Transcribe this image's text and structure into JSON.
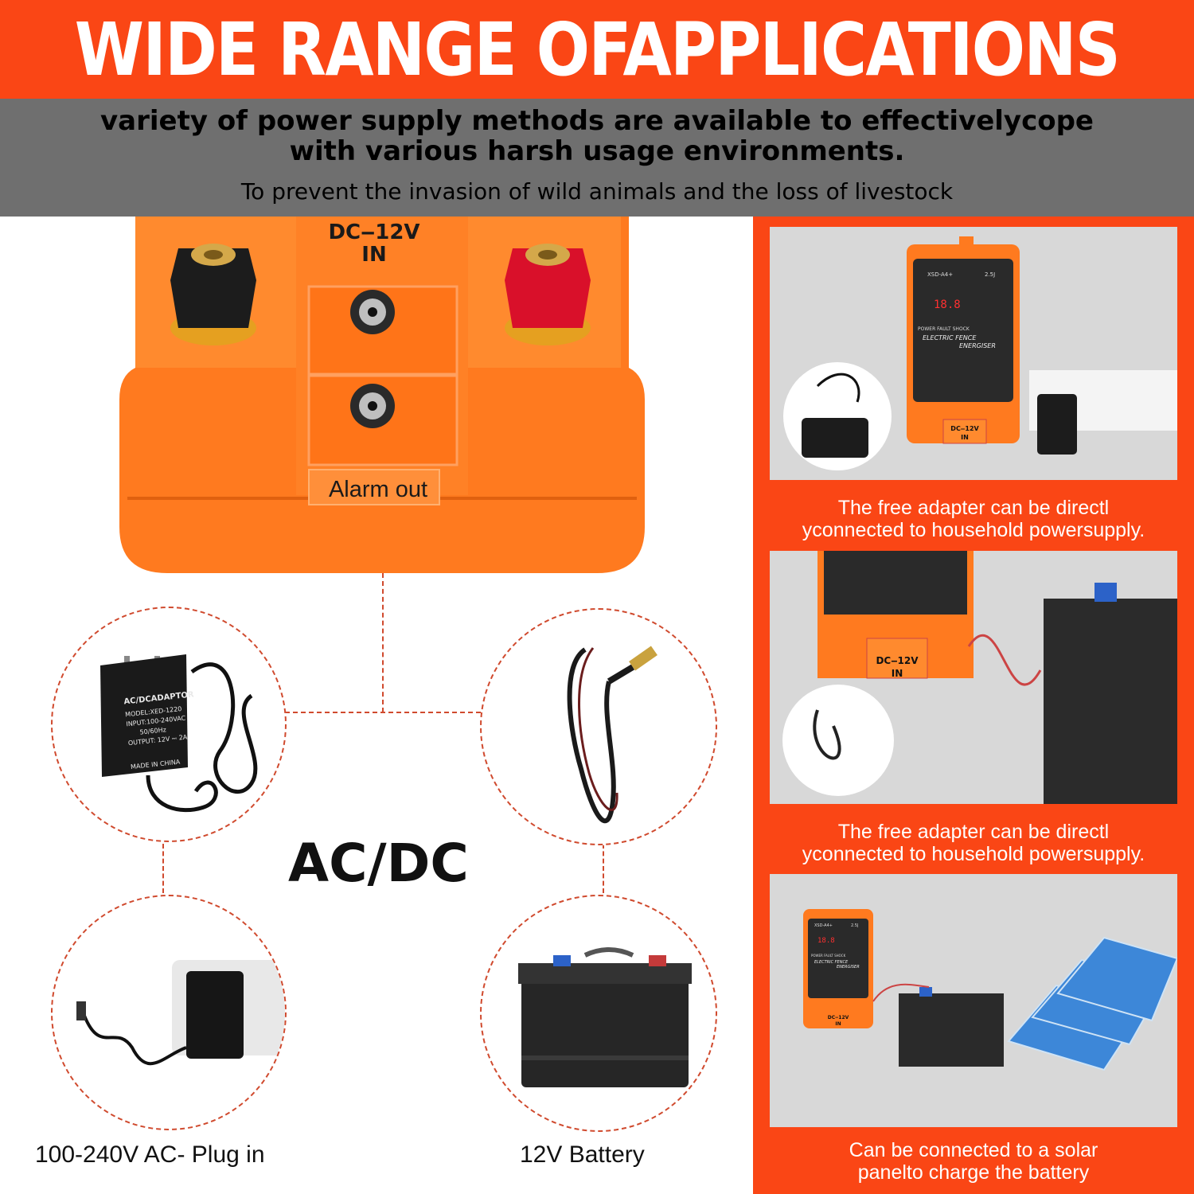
{
  "header": {
    "title": "WIDE RANGE OFAPPLICATIONS",
    "subtitle_line1": "variety of power supply methods are available to effectivelycope",
    "subtitle_line2": "with various harsh usage environments.",
    "subtitle_line3": "To prevent the invasion of wild animals and the loss of livestock"
  },
  "device": {
    "port_label_line1": "DC‒12V",
    "port_label_line2": "IN",
    "alarm_label": "Alarm out"
  },
  "adapter": {
    "lines": [
      "AC/DCADAPTOR",
      "MODEL:XED-1220",
      "INPUT:100-240VAC",
      "50/60Hz",
      "OUTPUT: 12V ⎓ 2A",
      "MADE IN CHINA"
    ]
  },
  "center_label": "AC/DC",
  "captions_left": {
    "plug": "100-240V AC- Plug in",
    "battery": "12V Battery"
  },
  "right_panel": {
    "photo1": {
      "model": "XSD-A4+",
      "energy": "2.5J",
      "display": "18.8",
      "indicators": "POWER  FAULT  SHOCK",
      "product_line1": "ELECTRIC FENCE",
      "product_line2": "ENERGISER",
      "port_line1": "DC‒12V",
      "port_line2": "IN"
    },
    "caption1": "The free adapter can be directl\nyconnected to household powersupply.",
    "photo2": {
      "port_line1": "DC‒12V",
      "port_line2": "IN"
    },
    "caption2": "The free adapter can be directl\nyconnected to household powersupply.",
    "photo3": {
      "model": "XSD-A4+",
      "energy": "2.5J",
      "display": "18.8",
      "indicators": "POWER FAULT SHOCK",
      "product_line1": "ELECTRIC FENCE",
      "product_line2": "ENERGISER",
      "port_line1": "DC‒12V",
      "port_line2": "IN"
    },
    "caption3": "Can be connected to a solar\npanelto charge the battery"
  },
  "colors": {
    "brand_orange": "#fa4615",
    "device_orange": "#ff7a1f",
    "header_gray": "#6f6f6f",
    "dash_line": "#d04a2e"
  }
}
